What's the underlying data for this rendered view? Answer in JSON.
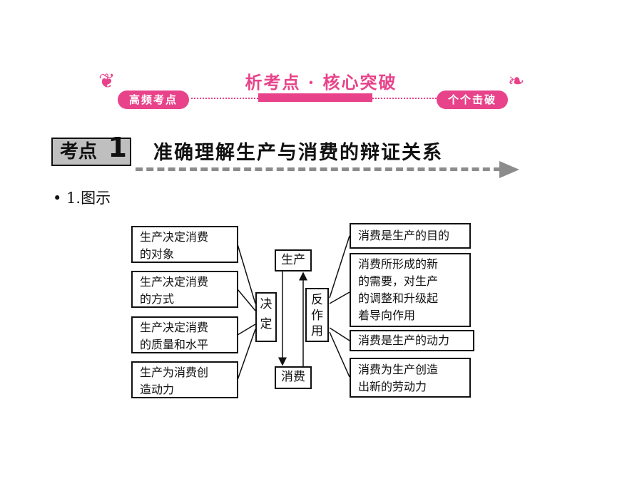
{
  "banner": {
    "title": "析考点 · 核心突破",
    "left_tag": "高频考点",
    "right_tag": "个个击破",
    "accent": "#e8438a"
  },
  "section": {
    "tag": "考点",
    "number": "1",
    "title": "准确理解生产与消费的辩证关系"
  },
  "bullet": "• 1.图示",
  "diagram": {
    "left_boxes": [
      {
        "line1": "生产决定消费",
        "line2": "的对象"
      },
      {
        "line1": "生产决定消费",
        "line2": "的方式"
      },
      {
        "line1": "生产决定消费",
        "line2": "的质量和水平"
      },
      {
        "line1": "生产为消费创",
        "line2": "造动力"
      }
    ],
    "decide": [
      "决",
      "定"
    ],
    "production": "生产",
    "consumption": "消费",
    "reaction": [
      "反",
      "作",
      "用"
    ],
    "right_boxes": [
      {
        "lines": [
          "消费是生产的目的"
        ]
      },
      {
        "lines": [
          "消费所形成的新",
          "的需要，对生产",
          "的调整和升级起",
          "着导向作用"
        ]
      },
      {
        "lines": [
          "消费是生产的动力"
        ]
      },
      {
        "lines": [
          "消费为生产创造",
          "出新的劳动力"
        ]
      }
    ]
  }
}
